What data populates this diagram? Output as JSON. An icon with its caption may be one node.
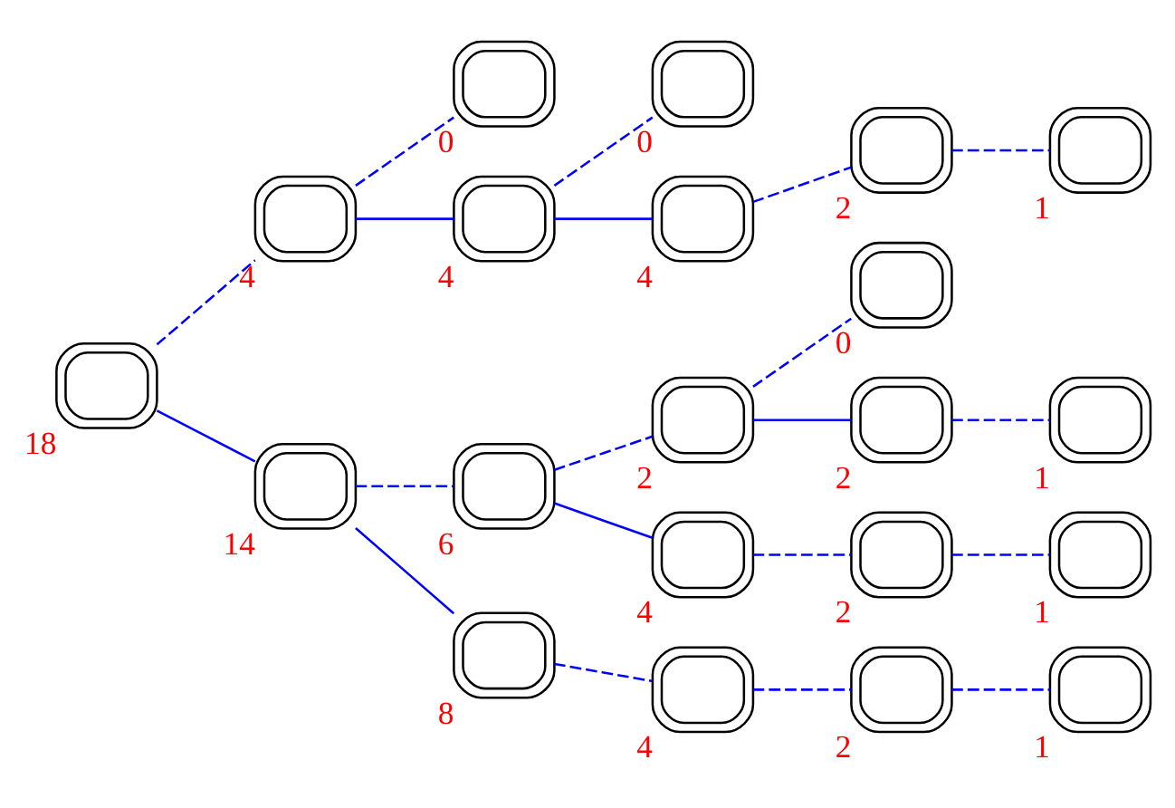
{
  "diagram": {
    "nodes": [
      {
        "text": [],
        "shape": "picture",
        "beside": [
          "18"
        ]
      },
      {
        "text": [],
        "shape": "picture",
        "beside": [
          "4"
        ]
      },
      {
        "text": [],
        "shape": "picture",
        "beside": [
          "14"
        ]
      },
      {
        "text": [],
        "shape": "picture",
        "beside": [
          "0"
        ]
      },
      {
        "text": [],
        "shape": "picture",
        "beside": [
          "4"
        ]
      },
      {
        "text": [],
        "shape": "picture",
        "beside": [
          "0"
        ]
      },
      {
        "text": [],
        "shape": "picture",
        "beside": [
          "4"
        ]
      },
      {
        "text": [],
        "shape": "picture",
        "beside": [
          "2"
        ]
      },
      {
        "text": [],
        "shape": "picture",
        "beside": [
          "1"
        ]
      },
      {
        "text": [],
        "shape": "picture",
        "beside": [
          "6"
        ]
      },
      {
        "text": [],
        "shape": "picture",
        "beside": [
          "8"
        ]
      },
      {
        "text": [],
        "shape": "picture",
        "beside": [
          "2"
        ]
      },
      {
        "text": [],
        "shape": "picture",
        "beside": [
          "4"
        ]
      },
      {
        "text": [],
        "shape": "picture",
        "beside": [
          "0"
        ]
      },
      {
        "text": [],
        "shape": "picture",
        "beside": [
          "2"
        ]
      },
      {
        "text": [],
        "shape": "picture",
        "beside": [
          "1"
        ]
      },
      {
        "text": [],
        "shape": "picture",
        "beside": [
          "2"
        ]
      },
      {
        "text": [],
        "shape": "picture",
        "beside": [
          "1"
        ]
      },
      {
        "text": [],
        "shape": "picture",
        "beside": [
          "4"
        ]
      },
      {
        "text": [],
        "shape": "picture",
        "beside": [
          "2"
        ]
      },
      {
        "text": [],
        "shape": "picture",
        "beside": [
          "1"
        ]
      }
    ],
    "edges": [
      {
        "from": 0,
        "to": 1,
        "arrow": "none",
        "style": "dashed"
      },
      {
        "from": 0,
        "to": 2,
        "arrow": "none"
      },
      {
        "from": 1,
        "to": 3,
        "arrow": "none",
        "style": "dashed"
      },
      {
        "from": 1,
        "to": 4,
        "arrow": "none"
      },
      {
        "from": 4,
        "to": 5,
        "arrow": "none",
        "style": "dashed"
      },
      {
        "from": 4,
        "to": 6,
        "arrow": "none"
      },
      {
        "from": 6,
        "to": 7,
        "arrow": "none",
        "style": "dashed"
      },
      {
        "from": 7,
        "to": 8,
        "arrow": "none",
        "style": "dashed"
      },
      {
        "from": 2,
        "to": 9,
        "arrow": "none",
        "style": "dashed"
      },
      {
        "from": 2,
        "to": 10,
        "arrow": "none"
      },
      {
        "from": 9,
        "to": 11,
        "arrow": "none",
        "style": "dashed"
      },
      {
        "from": 9,
        "to": 12,
        "arrow": "none"
      },
      {
        "from": 11,
        "to": 13,
        "arrow": "none",
        "style": "dashed"
      },
      {
        "from": 11,
        "to": 14,
        "arrow": "none"
      },
      {
        "from": 14,
        "to": 15,
        "arrow": "none",
        "style": "dashed"
      },
      {
        "from": 12,
        "to": 16,
        "arrow": "none",
        "style": "dashed"
      },
      {
        "from": 16,
        "to": 17,
        "arrow": "none",
        "style": "dashed"
      },
      {
        "from": 10,
        "to": 18,
        "arrow": "none",
        "style": "dashed"
      },
      {
        "from": 18,
        "to": 19,
        "arrow": "none",
        "style": "dashed"
      },
      {
        "from": 19,
        "to": 20,
        "arrow": "none",
        "style": "dashed"
      }
    ]
  }
}
